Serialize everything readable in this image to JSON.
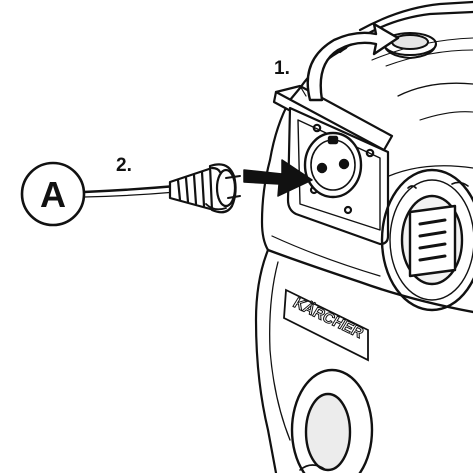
{
  "diagram": {
    "callout_label": "A",
    "steps": [
      {
        "number": "1."
      },
      {
        "number": "2."
      }
    ],
    "brand": "KÄRCHER",
    "colors": {
      "ink": "#111111",
      "paper": "#ffffff"
    },
    "icons": [
      "callout-circle-icon",
      "curved-arrow-icon",
      "insert-arrow-icon",
      "power-plug-icon",
      "socket-icon",
      "cord-reel-icon"
    ]
  }
}
